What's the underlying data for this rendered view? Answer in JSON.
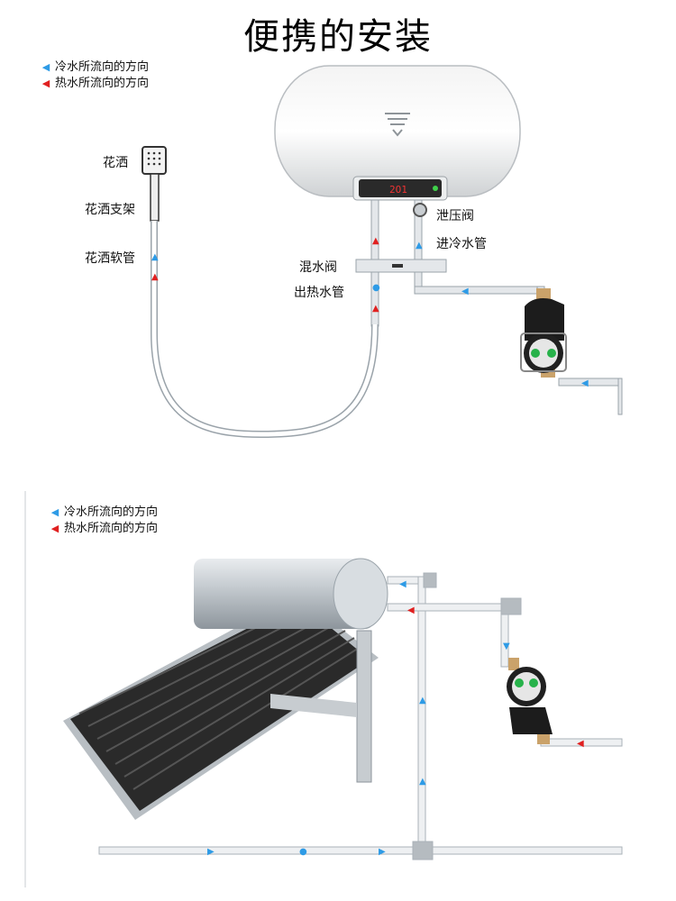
{
  "title": "便携的安装",
  "colors": {
    "cold": "#2e9be6",
    "hot": "#e02020",
    "pipe": "#d9dde0",
    "pipe_edge": "#9aa3aa"
  },
  "top_diagram": {
    "legend": {
      "cold": "冷水所流向的方向",
      "hot": "热水所流向的方向"
    },
    "labels": {
      "shower_head": "花洒",
      "shower_bracket": "花洒支架",
      "shower_hose": "花洒软管",
      "relief_valve": "泄压阀",
      "cold_inlet_pipe": "进冷水管",
      "mixing_valve": "混水阀",
      "hot_outlet_pipe": "出热水管"
    },
    "heater_display": "2O1"
  },
  "bottom_diagram": {
    "legend": {
      "cold": "冷水所流向的方向",
      "hot": "热水所流向的方向"
    }
  }
}
